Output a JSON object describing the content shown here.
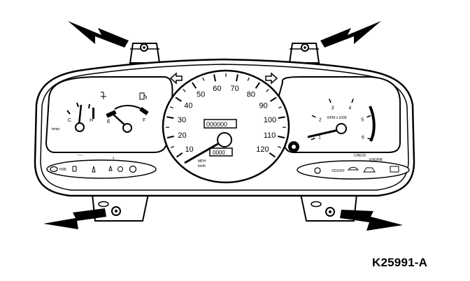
{
  "figure": {
    "part_number": "K25991-A"
  },
  "speedometer": {
    "ticks": [
      "10",
      "20",
      "30",
      "40",
      "50",
      "60",
      "70",
      "80",
      "90",
      "100",
      "110",
      "120"
    ],
    "odometer": "000000",
    "trip": "0000",
    "unit_top": "MPH",
    "unit_bottom": "km/h"
  },
  "tachometer": {
    "ticks": [
      "1",
      "2",
      "3",
      "4",
      "5",
      "6"
    ],
    "label": "RPM x 1000"
  },
  "temp_gauge": {
    "low": "C",
    "high": "H"
  },
  "fuel_gauge": {
    "empty": "E",
    "full": "F"
  },
  "callouts": {
    "arrows": [
      "top-left",
      "top-right",
      "bottom-left",
      "bottom-right"
    ]
  }
}
